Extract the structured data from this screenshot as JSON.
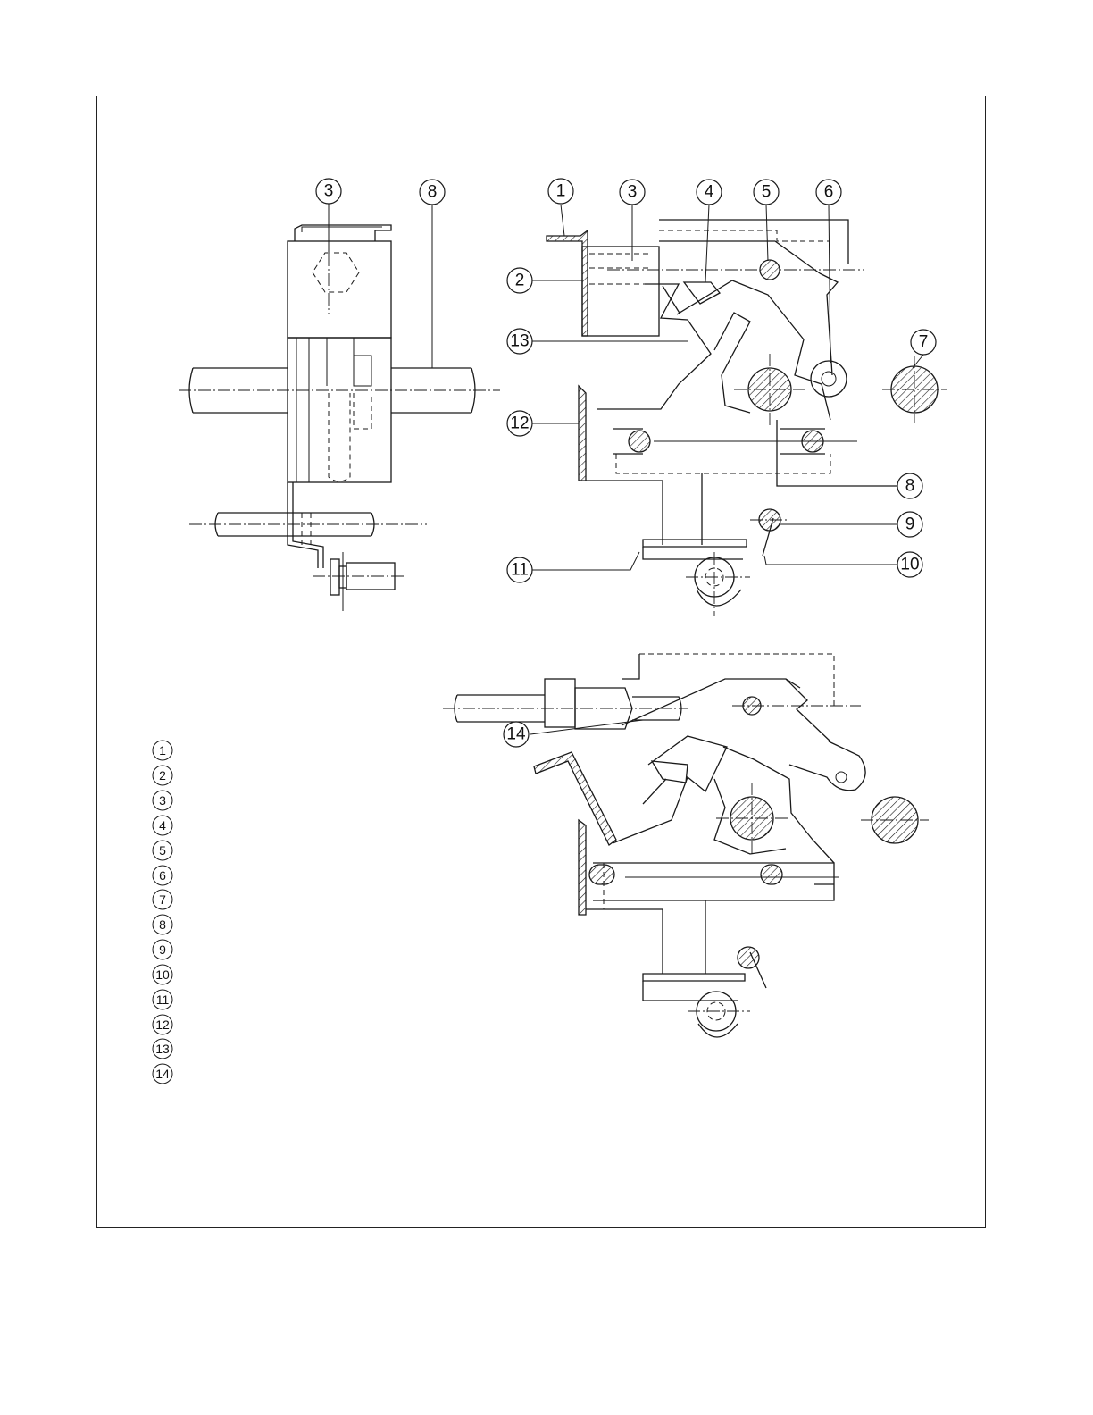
{
  "callouts": {
    "side_3": "3",
    "side_8": "8",
    "top_1": "1",
    "top_3": "3",
    "top_4": "4",
    "top_5": "5",
    "top_6": "6",
    "top_7": "7",
    "top_2": "2",
    "top_13": "13",
    "top_12": "12",
    "top_8": "8",
    "top_9": "9",
    "top_10": "10",
    "top_11": "11",
    "bottom_14": "14"
  },
  "legend": {
    "items": [
      "1",
      "2",
      "3",
      "4",
      "5",
      "6",
      "7",
      "8",
      "9",
      "10",
      "11",
      "12",
      "13",
      "14"
    ]
  }
}
